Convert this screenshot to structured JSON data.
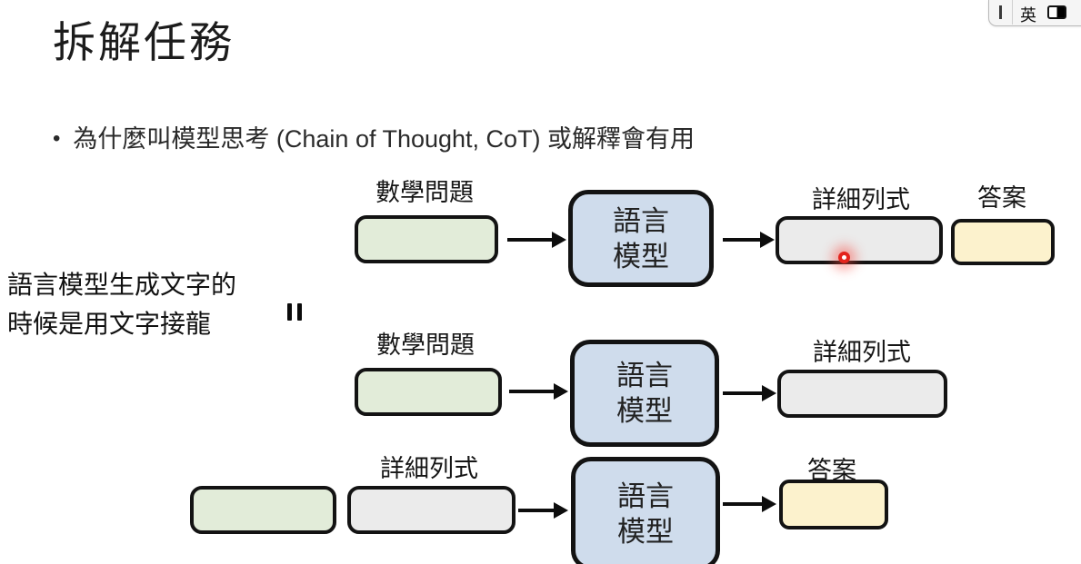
{
  "overlay": {
    "lang_label": "英"
  },
  "slide": {
    "title": "拆解任務",
    "bullet_marker": "•",
    "bullet_text": "為什麼叫模型思考 (Chain of Thought, CoT) 或解釋會有用",
    "side_note_line1": "語言模型生成文字的",
    "side_note_line2": "時候是用文字接龍"
  },
  "diagram": {
    "model_line1": "語言",
    "model_line2": "模型",
    "rows": [
      {
        "input_label": "數學問題",
        "output_label": "詳細列式",
        "answer_label": "答案"
      },
      {
        "input_label": "數學問題",
        "output_label": "詳細列式"
      },
      {
        "context_label": "詳細列式",
        "answer_label": "答案"
      }
    ]
  },
  "colors": {
    "input_box": "#e2ecd9",
    "model_box": "#cfdcec",
    "detail_box": "#ebebeb",
    "answer_box": "#fcf2cd",
    "outline": "#131313",
    "laser_red": "#e3241d"
  }
}
